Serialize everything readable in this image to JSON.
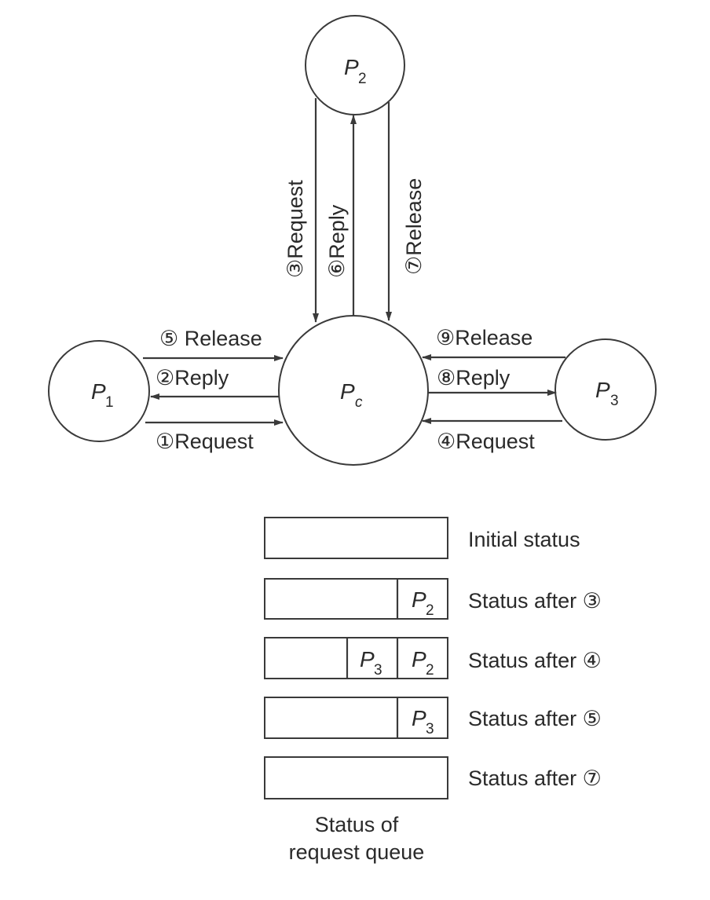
{
  "nodes": {
    "p2": {
      "letter": "P",
      "sub": "2"
    },
    "p1": {
      "letter": "P",
      "sub": "1"
    },
    "pc": {
      "letter": "P",
      "sub": "c"
    },
    "p3": {
      "letter": "P",
      "sub": "3"
    }
  },
  "messages": {
    "m3": "③Request",
    "m6": "⑥Reply",
    "m7": "⑦Release",
    "m5": "⑤ Release",
    "m2": "②Reply",
    "m1": "①Request",
    "m9": "⑨Release",
    "m8": "⑧Reply",
    "m4": "④Request"
  },
  "queue": {
    "rows": [
      {
        "label": "Initial status",
        "entries": []
      },
      {
        "label": "Status after ③",
        "entries": [
          {
            "letter": "P",
            "sub": "2"
          }
        ]
      },
      {
        "label": "Status after ④",
        "entries": [
          {
            "letter": "P",
            "sub": "3"
          },
          {
            "letter": "P",
            "sub": "2"
          }
        ]
      },
      {
        "label": "Status after ⑤",
        "entries": [
          {
            "letter": "P",
            "sub": "3"
          }
        ]
      },
      {
        "label": "Status after ⑦",
        "entries": []
      }
    ],
    "caption_line1": "Status of",
    "caption_line2": "request queue"
  }
}
